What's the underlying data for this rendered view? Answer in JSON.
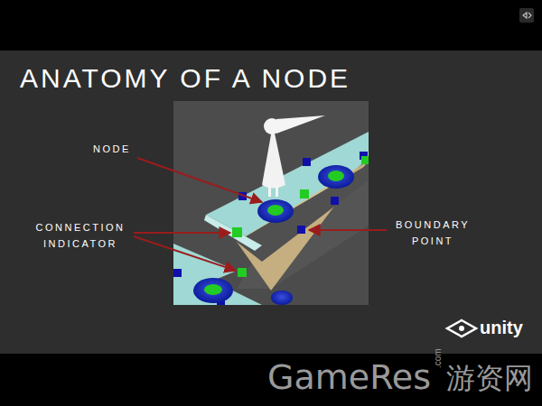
{
  "diagram": {
    "title": "ANATOMY OF A NODE",
    "labels": [
      "NODE",
      "CONNECTION INDICATOR",
      "BOUNDARY POINT",
      "unity",
      "GameRes",
      ".com",
      "游资网"
    ]
  }
}
